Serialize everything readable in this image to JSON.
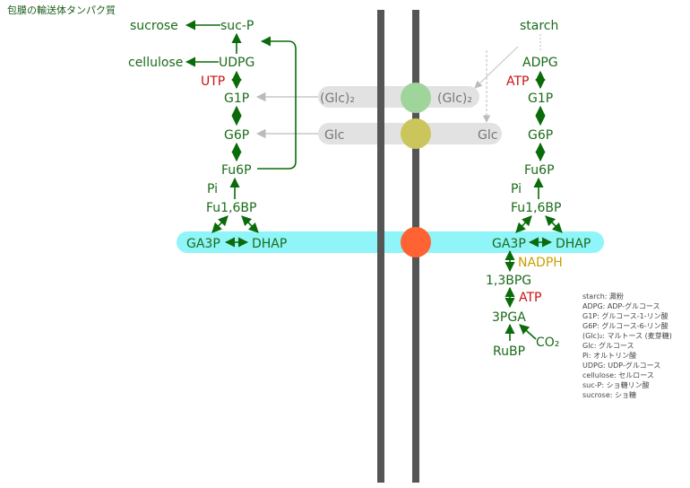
{
  "title": "包膜の輸送体タンパク質",
  "colors": {
    "pathway": "#0a6b0a",
    "energy": "#cc1111",
    "nadph": "#c8a000",
    "membrane": "#555555",
    "triose_band": "#8ff5f8",
    "glucose_band": "#e2e2e2",
    "maltose_transporter": "#9fd49a",
    "glucose_transporter": "#cbc65c",
    "triose_transporter": "#ff6233"
  },
  "cytosol": {
    "sucrose": "sucrose",
    "suc_p": "suc-P",
    "cellulose": "cellulose",
    "udpg": "UDPG",
    "utp": "UTP",
    "g1p": "G1P",
    "g6p": "G6P",
    "fu6p": "Fu6P",
    "pi": "Pi",
    "fu16bp": "Fu1,6BP",
    "ga3p": "GA3P",
    "dhap": "DHAP",
    "maltose": "(Glc)₂",
    "glc": "Glc"
  },
  "stroma": {
    "starch": "starch",
    "adpg": "ADPG",
    "atp1": "ATP",
    "g1p": "G1P",
    "g6p": "G6P",
    "fu6p": "Fu6P",
    "pi": "Pi",
    "fu16bp": "Fu1,6BP",
    "ga3p": "GA3P",
    "dhap": "DHAP",
    "nadph": "NADPH",
    "bpg": "1,3BPG",
    "atp2": "ATP",
    "pga": "3PGA",
    "rubp": "RuBP",
    "co2": "CO₂",
    "maltose": "(Glc)₂",
    "glc": "Glc"
  },
  "legend": [
    "starch: 澱粉",
    "ADPG: ADP-グルコース",
    "G1P: グルコース-1-リン酸",
    "G6P: グルコース-6-リン酸",
    "(Glc)₂: マルトース (麦芽糖)",
    "Glc: グルコース",
    "Pi: オルトリン酸",
    "UDPG: UDP-グルコース",
    "cellulose: セルロース",
    "suc-P: ショ糖リン酸",
    "sucrose: ショ糖"
  ]
}
